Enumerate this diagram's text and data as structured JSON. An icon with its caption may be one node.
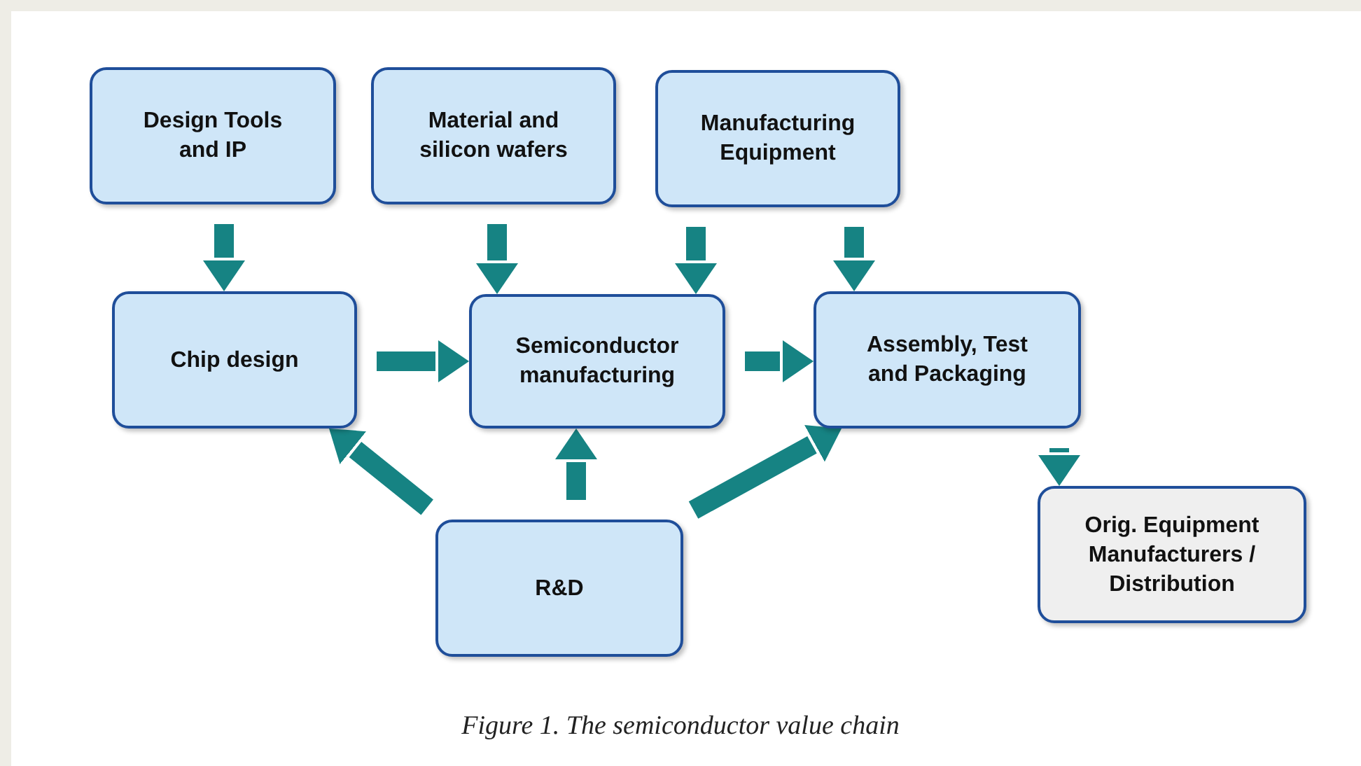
{
  "diagram": {
    "caption": "Figure 1. The semiconductor value chain",
    "nodes": [
      {
        "text": [
          "Design Tools and IP"
        ]
      },
      {
        "text": [
          "Material and silicon wafers"
        ]
      },
      {
        "text": [
          "Manufacturing Equipment"
        ]
      },
      {
        "text": [
          "Chip design"
        ]
      },
      {
        "text": [
          "Semiconductor manufacturing"
        ]
      },
      {
        "text": [
          "Assembly, Test and Packaging"
        ]
      },
      {
        "text": [
          "R&D"
        ]
      },
      {
        "text": [
          "Orig. Equipment Manufacturers / Distribution"
        ]
      }
    ],
    "edges": [
      {
        "from": 0,
        "to": 3,
        "arrow": "to"
      },
      {
        "from": 1,
        "to": 4,
        "arrow": "to"
      },
      {
        "from": 2,
        "to": 4,
        "arrow": "to"
      },
      {
        "from": 2,
        "to": 5,
        "arrow": "to"
      },
      {
        "from": 3,
        "to": 4,
        "arrow": "to"
      },
      {
        "from": 4,
        "to": 5,
        "arrow": "to"
      },
      {
        "from": 6,
        "to": 3,
        "arrow": "to"
      },
      {
        "from": 6,
        "to": 4,
        "arrow": "to"
      },
      {
        "from": 6,
        "to": 5,
        "arrow": "to"
      },
      {
        "from": 5,
        "to": 7,
        "arrow": "to"
      }
    ]
  }
}
